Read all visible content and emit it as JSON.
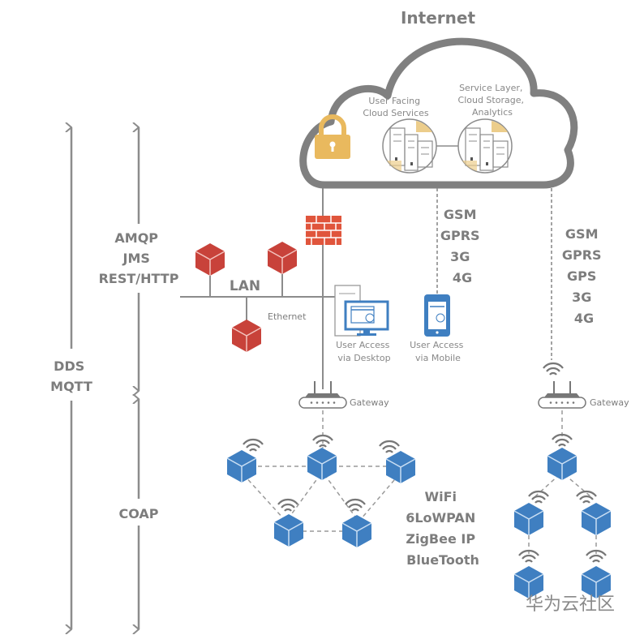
{
  "title": "Internet",
  "cloud": {
    "user_facing": [
      "User Facing",
      "Cloud Services"
    ],
    "service_layer": [
      "Service Layer,",
      "Cloud Storage,",
      "Analytics"
    ]
  },
  "left_protocols": {
    "outer": [
      "DDS",
      "MQTT"
    ],
    "upper": [
      "AMQP",
      "JMS",
      "REST/HTTP"
    ],
    "lower": [
      "COAP"
    ]
  },
  "lan": {
    "label": "LAN",
    "ethernet": "Ethernet"
  },
  "desktop_access": [
    "User Access",
    "via Desktop"
  ],
  "mobile_access": [
    "User Access",
    "via Mobile"
  ],
  "mobile_network": [
    "GSM",
    "GPRS",
    "3G",
    "4G"
  ],
  "remote_network": [
    "GSM",
    "GPRS",
    "GPS",
    "3G",
    "4G"
  ],
  "gateway_label": "Gateway",
  "mesh_protocols": [
    "WiFi",
    "6LoWPAN",
    "ZigBee IP",
    "BlueTooth"
  ],
  "watermark": "华为云社区",
  "colors": {
    "gray": "#8c8c8c",
    "red": "#c8423a",
    "blue": "#3f7fc1",
    "gold": "#e9b95e",
    "firewall": "#e0553c"
  }
}
